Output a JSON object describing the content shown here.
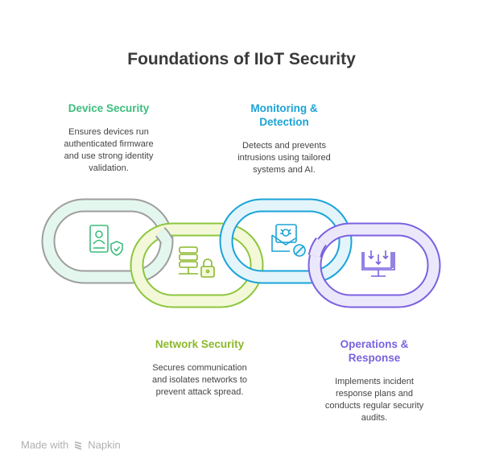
{
  "title": "Foundations of IIoT Security",
  "sections": [
    {
      "title": "Device Security",
      "description": [
        "Ensures devices run",
        "authenticated firmware",
        "and use strong identity",
        "validation."
      ],
      "color": "#3dbd7d",
      "icon": "user-badge-shield-icon"
    },
    {
      "title": "Network Security",
      "description": [
        "Secures communication",
        "and isolates networks to",
        "prevent attack spread."
      ],
      "color": "#8cb82b",
      "icon": "server-lock-icon"
    },
    {
      "title_lines": [
        "Monitoring &",
        "Detection"
      ],
      "description": [
        "Detects and prevents",
        "intrusions using tailored",
        "systems and AI."
      ],
      "color": "#1ba3d6",
      "icon": "bug-mail-block-icon"
    },
    {
      "title_lines": [
        "Operations &",
        "Response"
      ],
      "description": [
        "Implements incident",
        "response plans and",
        "conducts regular security",
        "audits."
      ],
      "color": "#7a62de",
      "icon": "monitor-download-icon"
    }
  ],
  "footer": {
    "made_with": "Made with",
    "brand": "Napkin"
  }
}
